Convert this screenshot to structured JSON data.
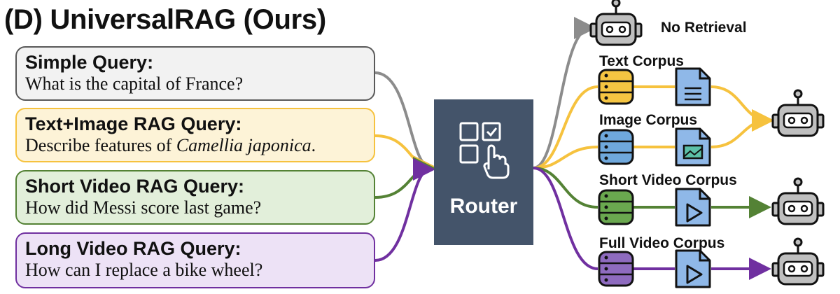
{
  "title": "(D) UniversalRAG (Ours)",
  "queries": [
    {
      "title": "Simple Query:",
      "text": "What is the capital of France?",
      "border": "#595959",
      "fill": "#f2f2f2",
      "arrow": "#8c8c8c"
    },
    {
      "title": "Text+Image RAG Query:",
      "text_plain": "Describe features of ",
      "text_italic": "Camellia japonica",
      "text_end": ".",
      "border": "#f6c23e",
      "fill": "#fdf3d7",
      "arrow": "#f6c23e"
    },
    {
      "title": "Short Video RAG Query:",
      "text": "How did Messi score last game?",
      "border": "#548235",
      "fill": "#e2efda",
      "arrow": "#548235"
    },
    {
      "title": "Long Video RAG Query:",
      "text": "How can I replace a bike wheel?",
      "border": "#7030a0",
      "fill": "#ede2f6",
      "arrow": "#7030a0"
    }
  ],
  "router": {
    "label": "Router",
    "color": "#44546a"
  },
  "routes": {
    "no_retrieval": "No Retrieval",
    "text_corpus": "Text Corpus",
    "image_corpus": "Image Corpus",
    "short_video_corpus": "Short Video Corpus",
    "full_video_corpus": "Full Video Corpus"
  },
  "colors": {
    "gray": "#8c8c8c",
    "yellow": "#f6c23e",
    "green": "#548235",
    "purple": "#7030a0",
    "doc_blue": "#8fb8e8",
    "db_yellow": "#f5c542",
    "db_blue": "#6fa8dc",
    "db_green": "#6aa84f",
    "db_purple": "#8e6bbf",
    "robot": "#bfbfbf"
  },
  "icons": [
    "database-icon",
    "text-document-icon",
    "image-document-icon",
    "video-play-icon",
    "robot-icon",
    "touch-grid-icon"
  ]
}
